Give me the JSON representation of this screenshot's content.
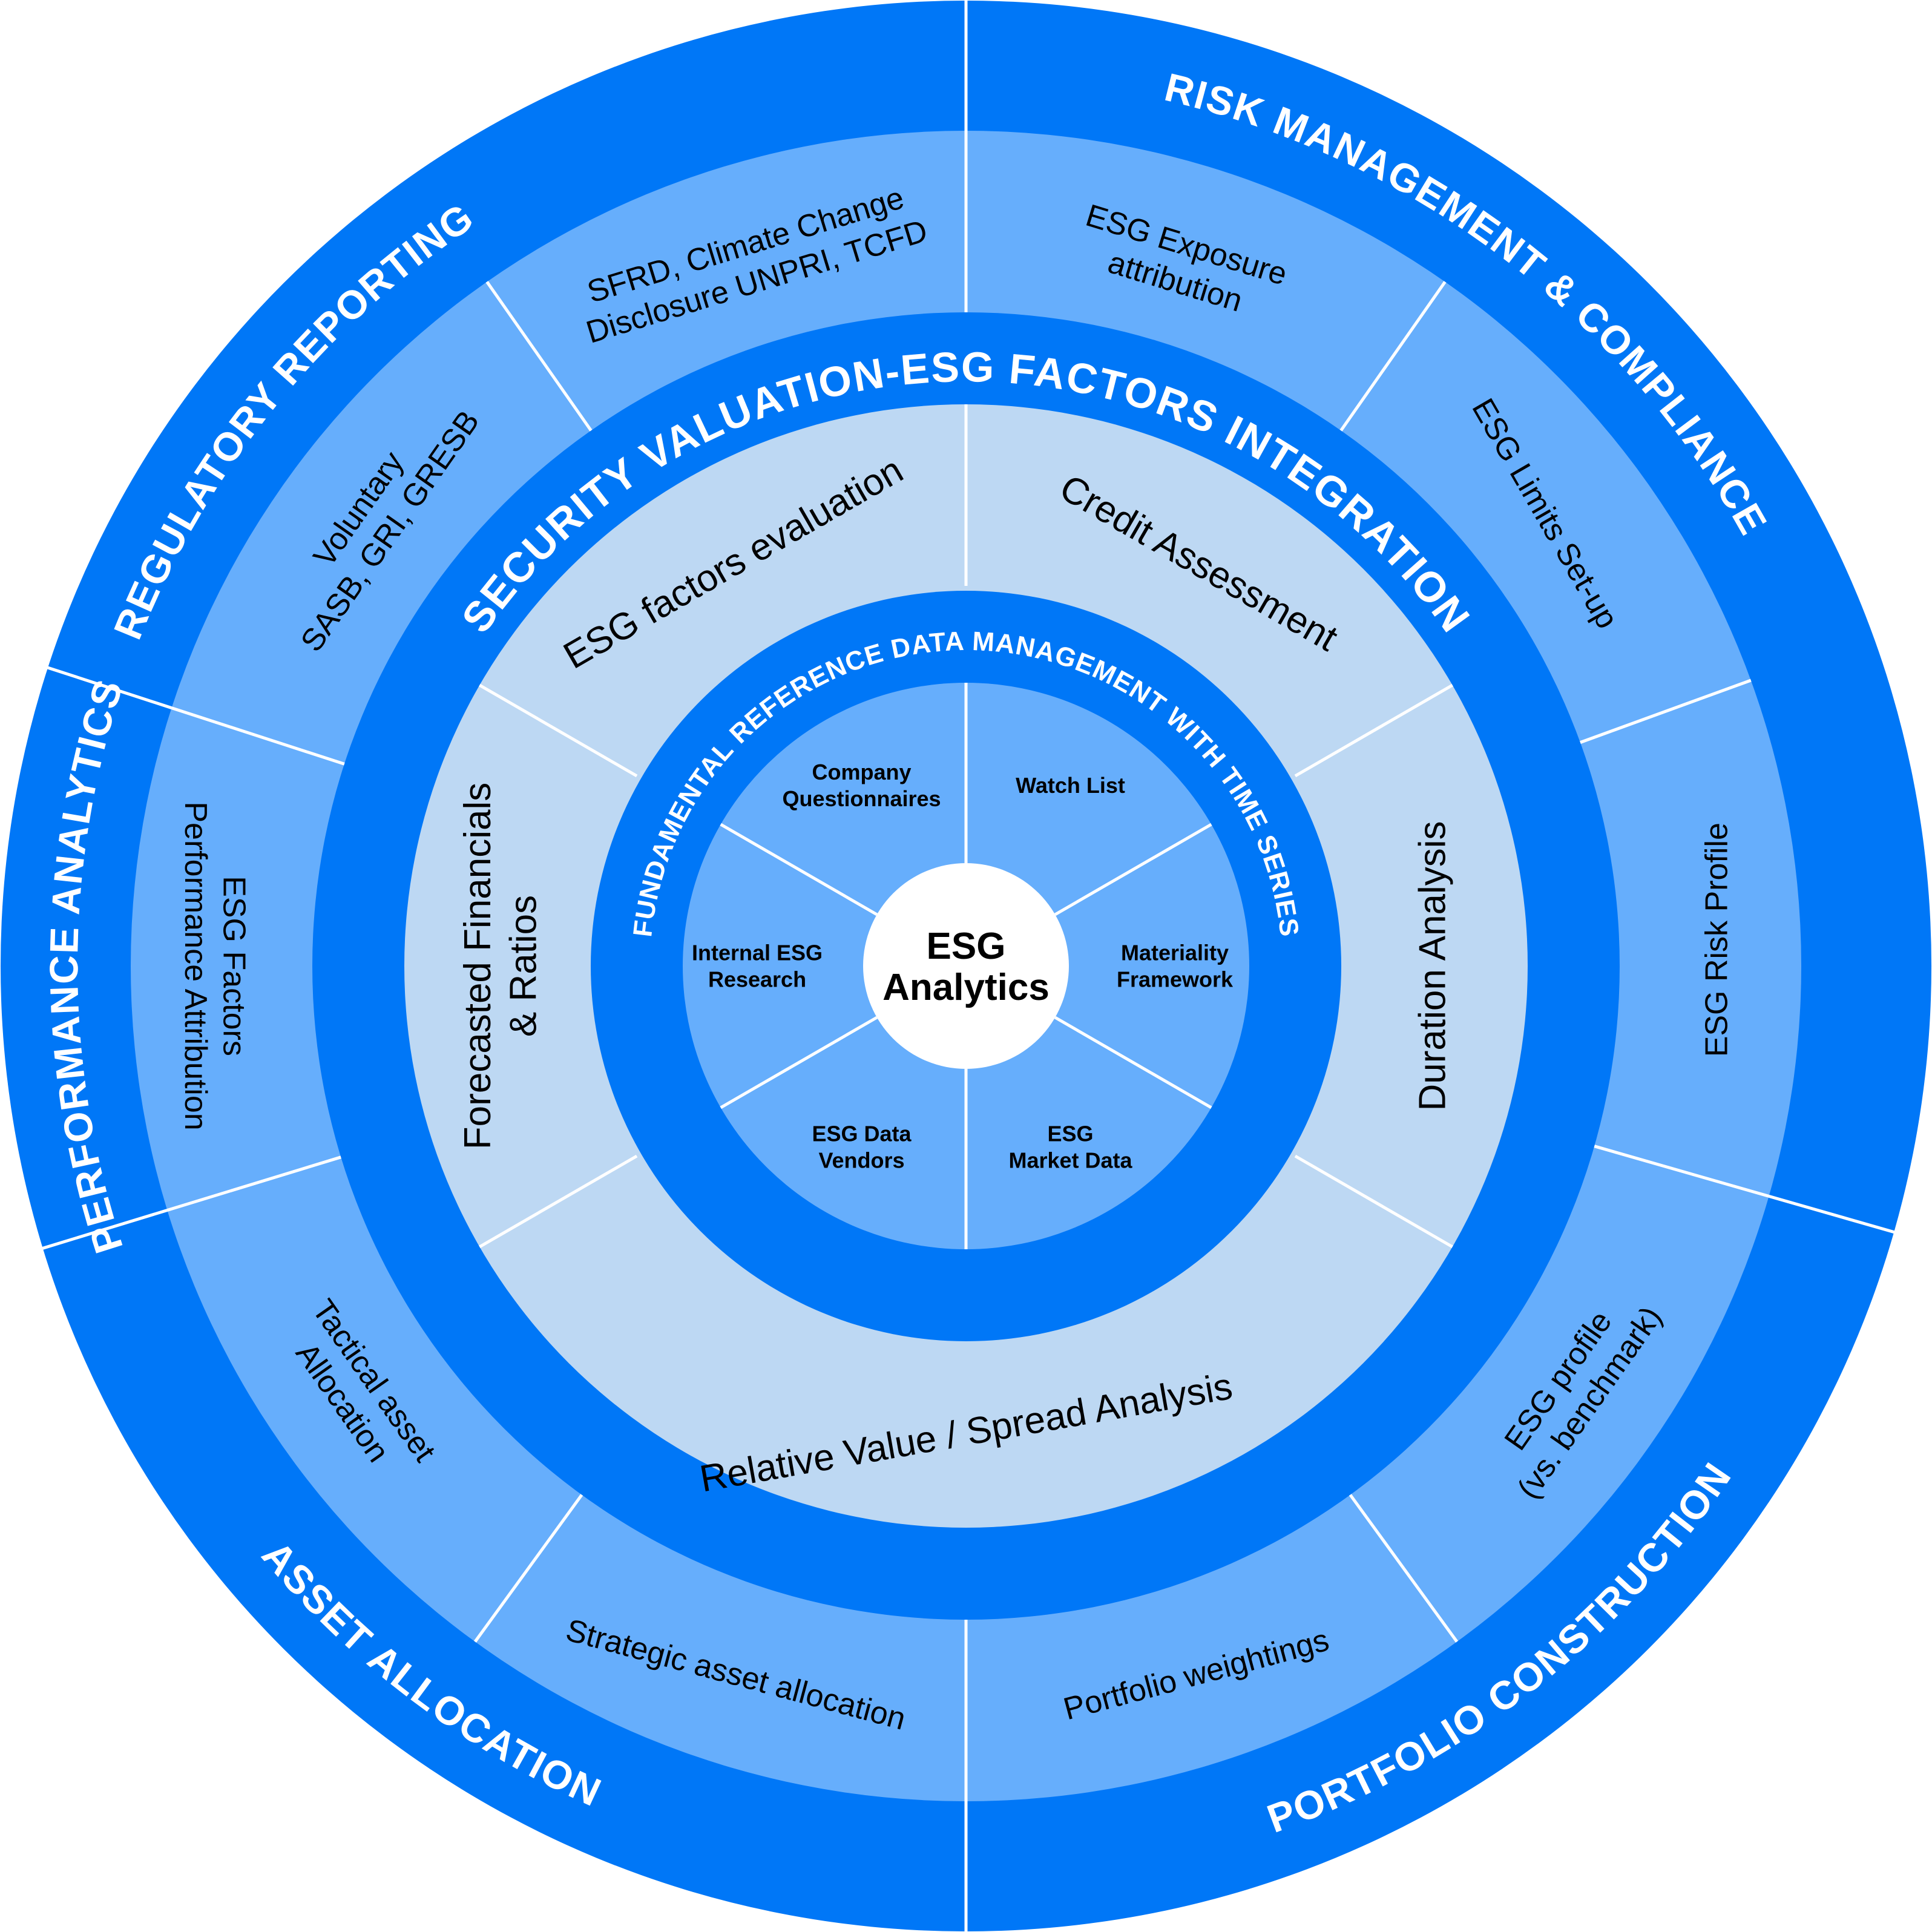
{
  "center": {
    "line1": "ESG",
    "line2": "Analytics"
  },
  "outer_ring": {
    "categories": [
      {
        "label": "REGULATORY REPORTING"
      },
      {
        "label": "RISK MANAGEMENT & COMPLIANCE"
      },
      {
        "label": "PORTFOLIO CONSTRUCTION"
      },
      {
        "label": "ASSET ALLOCATION"
      },
      {
        "label": "PERFORMANCE ANALYTICS"
      }
    ],
    "items": [
      {
        "lines": [
          "SFRD, Climate Change",
          "Disclosure UNPRI, TCFD"
        ]
      },
      {
        "lines": [
          "ESG Exposure",
          "attribution"
        ]
      },
      {
        "lines": [
          "ESG Limits Set-up"
        ]
      },
      {
        "lines": [
          "ESG Risk Profile"
        ]
      },
      {
        "lines": [
          "ESG profile",
          "(vs. benchmark)"
        ]
      },
      {
        "lines": [
          "Portfolio weightings"
        ]
      },
      {
        "lines": [
          "Strategic asset allocation"
        ]
      },
      {
        "lines": [
          "Tactical asset",
          "Allocation"
        ]
      },
      {
        "lines": [
          "ESG Factors",
          "Performance Attribution"
        ]
      },
      {
        "lines": [
          "Voluntary",
          "SASB, GRI, GRESB"
        ]
      }
    ]
  },
  "middle_ring": {
    "title": "SECURITY VALUATION-ESG FACTORS INTEGRATION",
    "items": [
      {
        "lines": [
          "Credit Assessment"
        ]
      },
      {
        "lines": [
          "Duration Analysis"
        ]
      },
      {
        "lines": [
          "Relative Value / Spread Analysis"
        ]
      },
      {
        "lines": [
          "Forecasted Financials",
          "& Ratios"
        ]
      },
      {
        "lines": [
          "ESG factors evaluation"
        ]
      }
    ]
  },
  "inner_ring": {
    "title": "FUNDAMENTAL REFERENCE DATA MANAGEMENT WITH TIME SERIES",
    "items": [
      {
        "lines": [
          "Watch List"
        ]
      },
      {
        "lines": [
          "Materiality",
          "Framework"
        ]
      },
      {
        "lines": [
          "ESG",
          "Market Data"
        ]
      },
      {
        "lines": [
          "ESG Data",
          "Vendors"
        ]
      },
      {
        "lines": [
          "Internal ESG",
          "Research"
        ]
      },
      {
        "lines": [
          "Company",
          "Questionnaires"
        ]
      }
    ]
  },
  "colors": {
    "primary_blue": "#0077F7",
    "segment_blue": "#66AEFC",
    "light_blue": "#BDD8F3",
    "white": "#FFFFFF",
    "text_dark": "#000000"
  }
}
